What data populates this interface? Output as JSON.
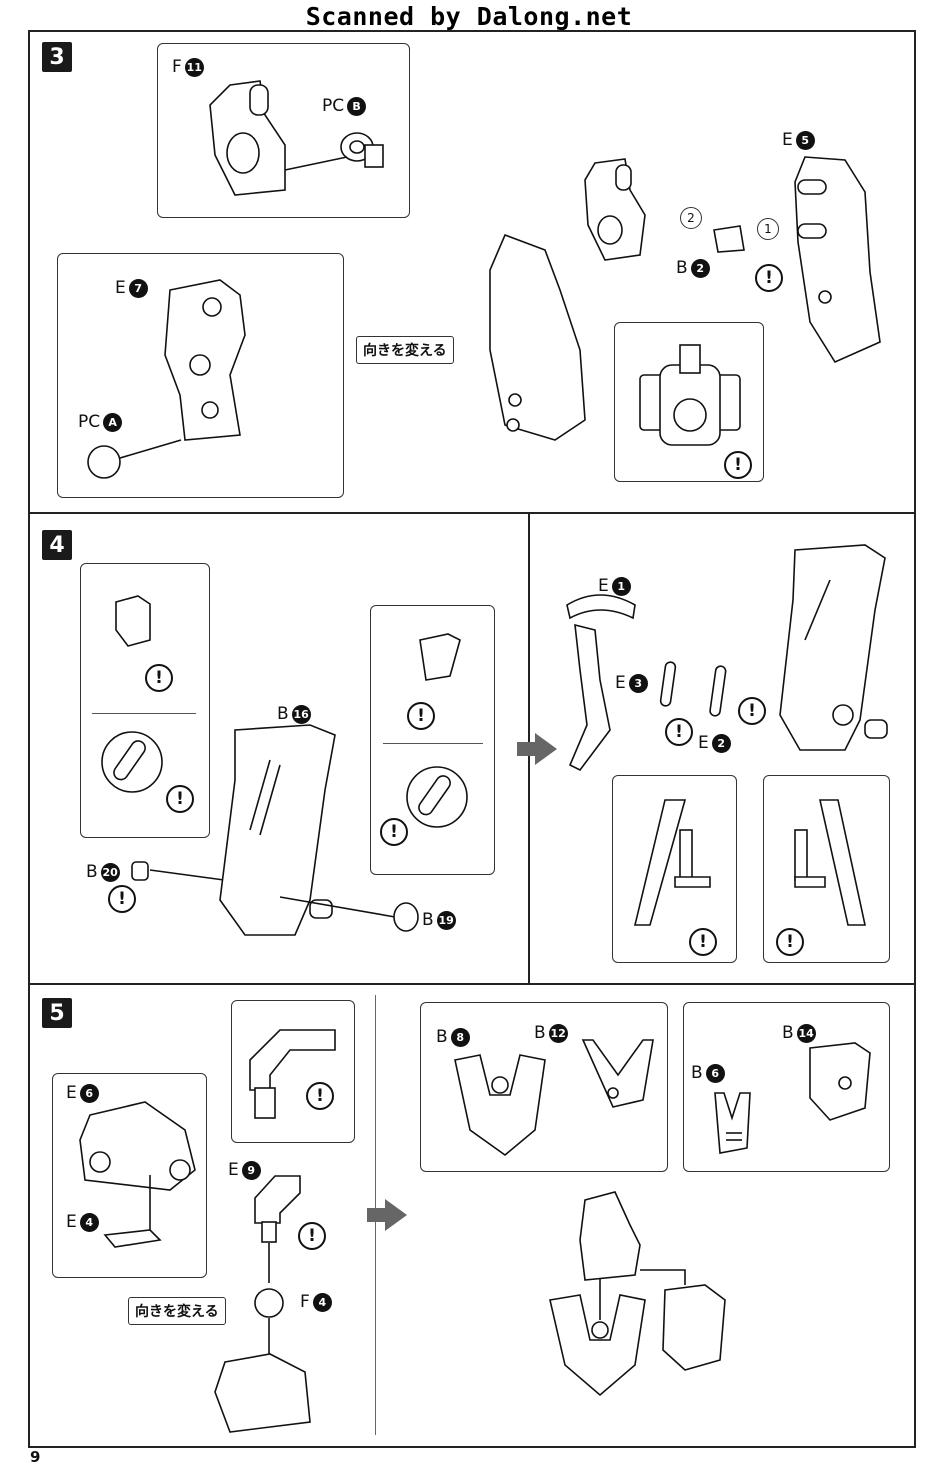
{
  "watermark": "Scanned by Dalong.net",
  "page_number": "9",
  "note_direction": "向きを変える",
  "warning_glyph": "!",
  "step3": {
    "number": "3",
    "parts": {
      "f11": {
        "letter": "F",
        "num": "11"
      },
      "pcb": {
        "letter": "PC",
        "num": "B"
      },
      "e5": {
        "letter": "E",
        "num": "5"
      },
      "e7": {
        "letter": "E",
        "num": "7"
      },
      "pca": {
        "letter": "PC",
        "num": "A"
      },
      "b2": {
        "letter": "B",
        "num": "2"
      }
    },
    "order": [
      "1",
      "2"
    ]
  },
  "step4": {
    "number": "4",
    "parts": {
      "b16": {
        "letter": "B",
        "num": "16"
      },
      "b20": {
        "letter": "B",
        "num": "20"
      },
      "b19": {
        "letter": "B",
        "num": "19"
      },
      "e1": {
        "letter": "E",
        "num": "1"
      },
      "e3": {
        "letter": "E",
        "num": "3"
      },
      "e2": {
        "letter": "E",
        "num": "2"
      }
    }
  },
  "step5": {
    "number": "5",
    "parts": {
      "e6": {
        "letter": "E",
        "num": "6"
      },
      "e4": {
        "letter": "E",
        "num": "4"
      },
      "e9": {
        "letter": "E",
        "num": "9"
      },
      "f4": {
        "letter": "F",
        "num": "4"
      },
      "b8": {
        "letter": "B",
        "num": "8"
      },
      "b12": {
        "letter": "B",
        "num": "12"
      },
      "b14": {
        "letter": "B",
        "num": "14"
      },
      "b6": {
        "letter": "B",
        "num": "6"
      }
    }
  }
}
